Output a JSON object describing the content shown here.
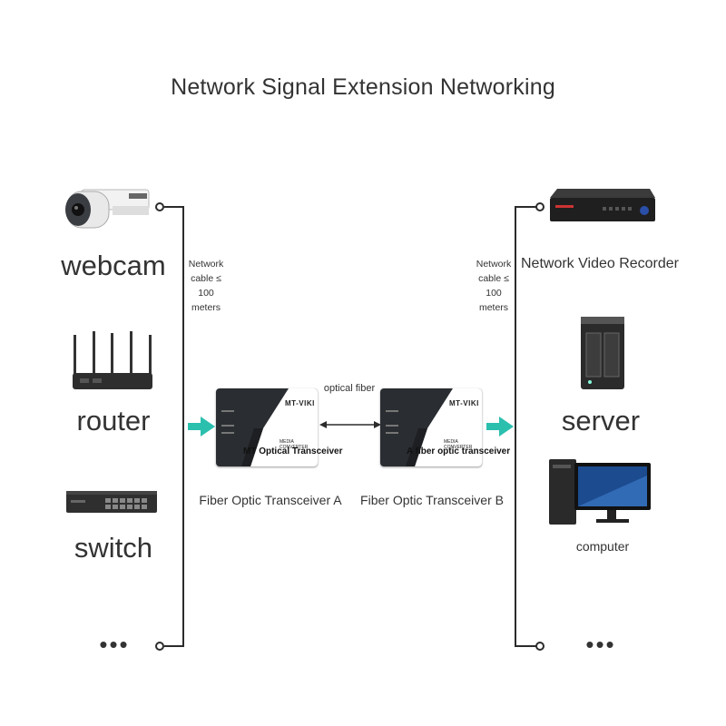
{
  "title": "Network Signal Extension Networking",
  "left_devices": [
    {
      "label": "webcam",
      "icon": "webcam-icon"
    },
    {
      "label": "router",
      "icon": "router-icon"
    },
    {
      "label": "switch",
      "icon": "switch-icon"
    }
  ],
  "left_more": "•••",
  "right_devices": [
    {
      "label": "Network Video Recorder",
      "icon": "nvr-icon"
    },
    {
      "label": "server",
      "icon": "server-icon"
    },
    {
      "label": "computer",
      "icon": "computer-icon"
    }
  ],
  "right_more": "•••",
  "cable_note_left": [
    "Network",
    "cable ≤",
    "100",
    "meters"
  ],
  "cable_note_right": [
    "Network",
    "cable ≤",
    "100",
    "meters"
  ],
  "fiber_label": "optical fiber",
  "transceiver_a": {
    "caption": "Fiber Optic Transceiver A",
    "overlay_label": "MT Optical Transceiver",
    "brand": "MT-VIKI",
    "panel_text": "MEDIA CONVERTER"
  },
  "transceiver_b": {
    "caption": "Fiber Optic Transceiver B",
    "overlay_label": "A fiber optic transceiver",
    "brand": "MT-VIKI",
    "panel_text": "MEDIA CONVERTER"
  },
  "colors": {
    "accent_arrow": "#2bbfae",
    "line": "#2b2b2b"
  }
}
